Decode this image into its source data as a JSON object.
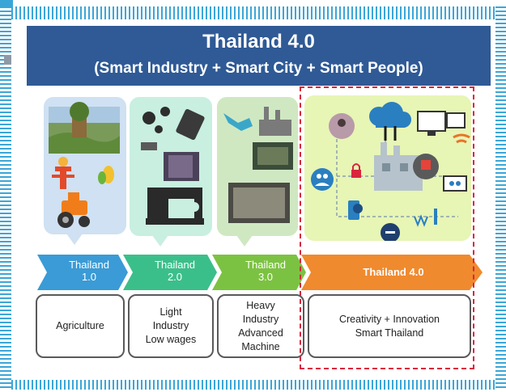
{
  "header": {
    "title": "Thailand 4.0",
    "subtitle": "(Smart Industry + Smart City + Smart People)"
  },
  "stages": [
    {
      "label": "Thailand\n1.0",
      "description": "Agriculture",
      "color": "#3a9bd6"
    },
    {
      "label": "Thailand\n2.0",
      "description": "Light\nIndustry\nLow wages",
      "color": "#3bbf8a"
    },
    {
      "label": "Thailand\n3.0",
      "description": "Heavy\nIndustry\nAdvanced\nMachine",
      "color": "#7cc242"
    },
    {
      "label": "Thailand 4.0",
      "description": "Creativity + Innovation\nSmart Thailand",
      "color": "#f08a2e"
    }
  ],
  "colors": {
    "title_bar": "#2f5a96",
    "frame": "#3aa6d8",
    "dashed_outline": "#d8263d"
  }
}
